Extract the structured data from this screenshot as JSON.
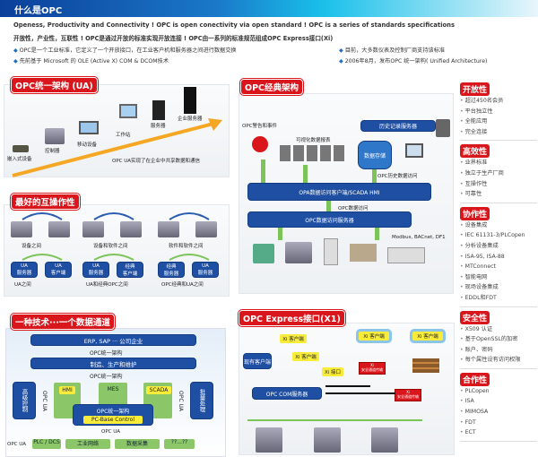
{
  "header": {
    "title": "什么是OPC"
  },
  "intro": {
    "line_en": "Openess, Productivity and Connectivity ! OPC is open conectivity via open standard ! OPC is a series of standards specifications",
    "line_cn": "开放性，产业性，互联性 ! OPC是通过开放的标准实现开放连接 ! OPC由一系列的标准规范组成OPC Express接口(Xi)",
    "bullets_left": [
      "OPC是一个工业标准，它定义了一个开放接口，在工业客户机和服务器之间进行数据交换",
      "先前基于 Microsoft 的 OLE (Active X) COM & DCOM技术"
    ],
    "bullets_right": [
      "目前，大多数仪表及控制厂商支持该标准",
      "2006年8月，发布OPC 统一架构( Unified Architecture)"
    ]
  },
  "ua_panel": {
    "title": "OPC统一架构 (UA)",
    "devices": [
      "嵌入式设备",
      "控制器",
      "移动设备",
      "工作站",
      "服务器",
      "企业服务器"
    ],
    "caption": "OPC UA实现了在企业中共享数据和通信"
  },
  "interop_panel": {
    "title": "最好的互操作性",
    "groups": [
      {
        "label": "设备之间",
        "left": "UA\n服务器",
        "right": "UA\n客户端",
        "bottom": "UA之间"
      },
      {
        "label": "设备和软件之间",
        "left": "UA\n服务器",
        "right": "经典\n客户端",
        "bottom": "UA和经典OPC之间"
      },
      {
        "label": "软件和软件之间",
        "left": "经典\n服务器",
        "right": "UA\n服务器",
        "bottom": "OPC经典和UA之间"
      }
    ]
  },
  "classic_panel": {
    "title": "OPC经典架构",
    "alarm": "OPC警告和事件",
    "visual": "可视化数据报表",
    "history_server": "历史记录服务器",
    "storage": "数据存储",
    "hist_access": "OPC历史数据访问",
    "client_bar": "OPA数据访问客户端/SCADA HMI",
    "data_access": "OPC数据访问",
    "server_bar": "OPC数据访问服务器",
    "protocols": "Modbus, BACnet, DF1"
  },
  "channel_panel": {
    "title": "一种技术···一个数据通道",
    "erp": "ERP, SAP ··· 公司企业",
    "ua1": "OPC统一架构",
    "mfg": "制造、生产和维护",
    "ua2": "OPC统一架构",
    "left_box": "高级控制",
    "right_box": "批量处理",
    "side_ua": "OPC UA",
    "hmi": "HMI",
    "mes": "MES",
    "scada": "SCADA",
    "ua3": "OPC统一架构",
    "pc": "PC-Base Control",
    "opc_ua": "OPC UA",
    "bottom_label": "OPC UA",
    "bottom": [
      "PLC / DCS",
      "工业网络",
      "数据采集",
      "??...??"
    ]
  },
  "xi_panel": {
    "title": "OPC Express接口(X1)",
    "xi_client": "Xi 客户端",
    "legacy": "现有客户端",
    "xi_if": "Xi 接口",
    "com_server": "OPC COM服务器",
    "secure": "Xi\n安全通道传输"
  },
  "sidebar": [
    {
      "title": "开放性",
      "items": [
        "超过450名会员",
        "平台独立性",
        "全能应用",
        "完全连接"
      ]
    },
    {
      "title": "高效性",
      "items": [
        "业界标准",
        "独立于生产厂商",
        "互操作性",
        "可靠性"
      ]
    },
    {
      "title": "协作性",
      "items": [
        "设备集成",
        "IEC 61131-3/PLCopen",
        "分析设备集成",
        "ISA-95, ISA-88",
        "MTConnect",
        "智能电网",
        "现场设备集成",
        "EDDL和FDT"
      ]
    },
    {
      "title": "安全性",
      "items": [
        "X509 认证",
        "基于OpenSSL的加密",
        "账户、密码",
        "每个属性设有访问权限"
      ]
    },
    {
      "title": "合作性",
      "items": [
        "PLCopen",
        "ISA",
        "MIMOSA",
        "FDT",
        "ECT"
      ]
    }
  ],
  "colors": {
    "accent": "#d9161c",
    "blue": "#1e4fa3"
  }
}
